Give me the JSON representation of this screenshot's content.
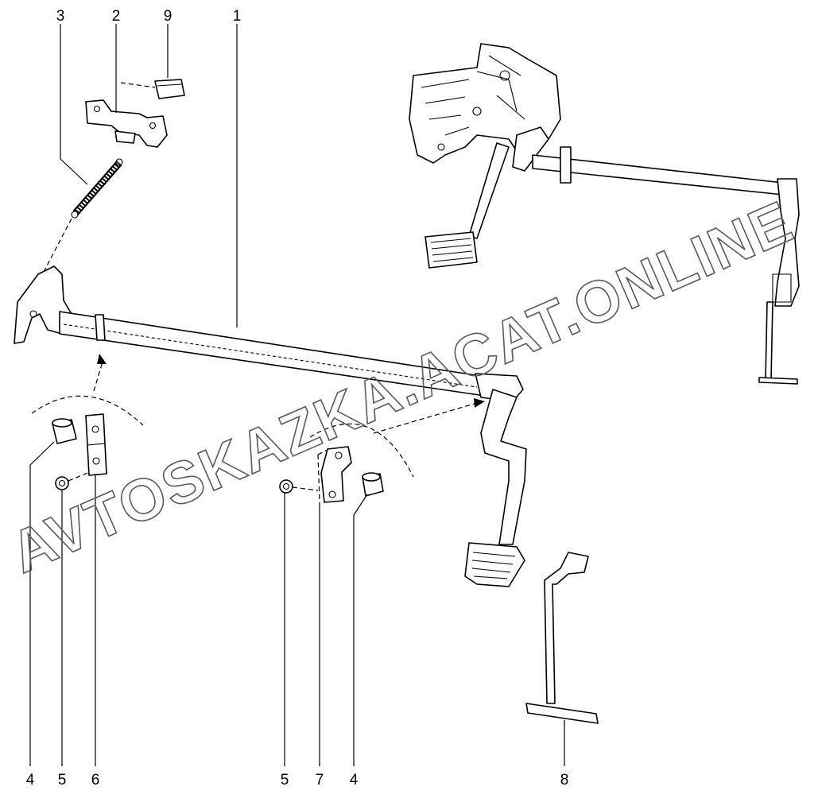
{
  "callouts": {
    "top": {
      "p3": "3",
      "p2": "2",
      "p9": "9",
      "p1": "1"
    },
    "bottom": {
      "left_4": "4",
      "left_5": "5",
      "left_6": "6",
      "mid_5": "5",
      "mid_7": "7",
      "mid_4": "4",
      "right_8": "8"
    }
  },
  "watermark": {
    "text": "AVTOSKAZKA.ACAT.ONLINE"
  }
}
